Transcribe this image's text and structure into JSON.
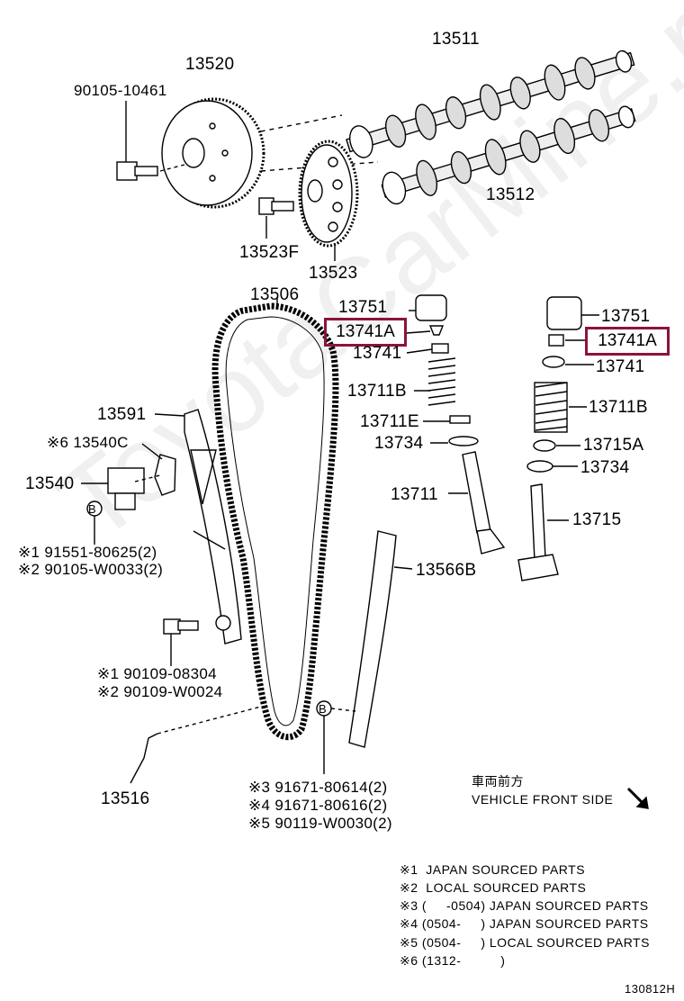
{
  "labels": {
    "camshaft_intake": "13511",
    "camshaft_exhaust": "13512",
    "cam_timing_gear": "13520",
    "bolt_gear": "90105-10461",
    "sprocket": "13523",
    "sprocket_bolt": "13523F",
    "chain": "13506",
    "tensioner_slipper": "13591",
    "tensioner_bracket_note": "※6 13540C",
    "tensioner": "13540",
    "tensioner_bolt_1": "※1 91551-80625(2)",
    "tensioner_bolt_2": "※2 90105-W0033(2)",
    "slipper_bolt_1": "※1 90109-08304",
    "slipper_bolt_2": "※2 90109-W0024",
    "oil_nozzle": "13516",
    "guide": "13566B",
    "guide_bolt_3": "※3 91671-80614(2)",
    "guide_bolt_4": "※4 91671-80616(2)",
    "guide_bolt_5": "※5 90119-W0030(2)",
    "lifter_l": "13751",
    "keeper_l": "13741A",
    "retainer_l": "13741",
    "spring_l": "13711B",
    "seat_l": "13711E",
    "seal_l": "13734",
    "valve_l": "13711",
    "lifter_r": "13751",
    "keeper_r": "13741A",
    "retainer_r": "13741",
    "spring_r": "13711B",
    "seat_r": "13715A",
    "seal_r": "13734",
    "valve_r": "13715",
    "callout_b": "B"
  },
  "front_side": {
    "jp": "車両前方",
    "en": "VEHICLE FRONT SIDE"
  },
  "notes": [
    "※1  JAPAN SOURCED PARTS",
    "※2  LOCAL SOURCED PARTS",
    "※3 (     -0504) JAPAN SOURCED PARTS",
    "※4 (0504-     ) JAPAN SOURCED PARTS",
    "※5 (0504-     ) LOCAL SOURCED PARTS",
    "※6 (1312-          )"
  ],
  "drawing_id": "130812H",
  "watermark": "ToyotaCarMine.ru",
  "colors": {
    "highlight": "#8a1538",
    "line": "#000000"
  }
}
